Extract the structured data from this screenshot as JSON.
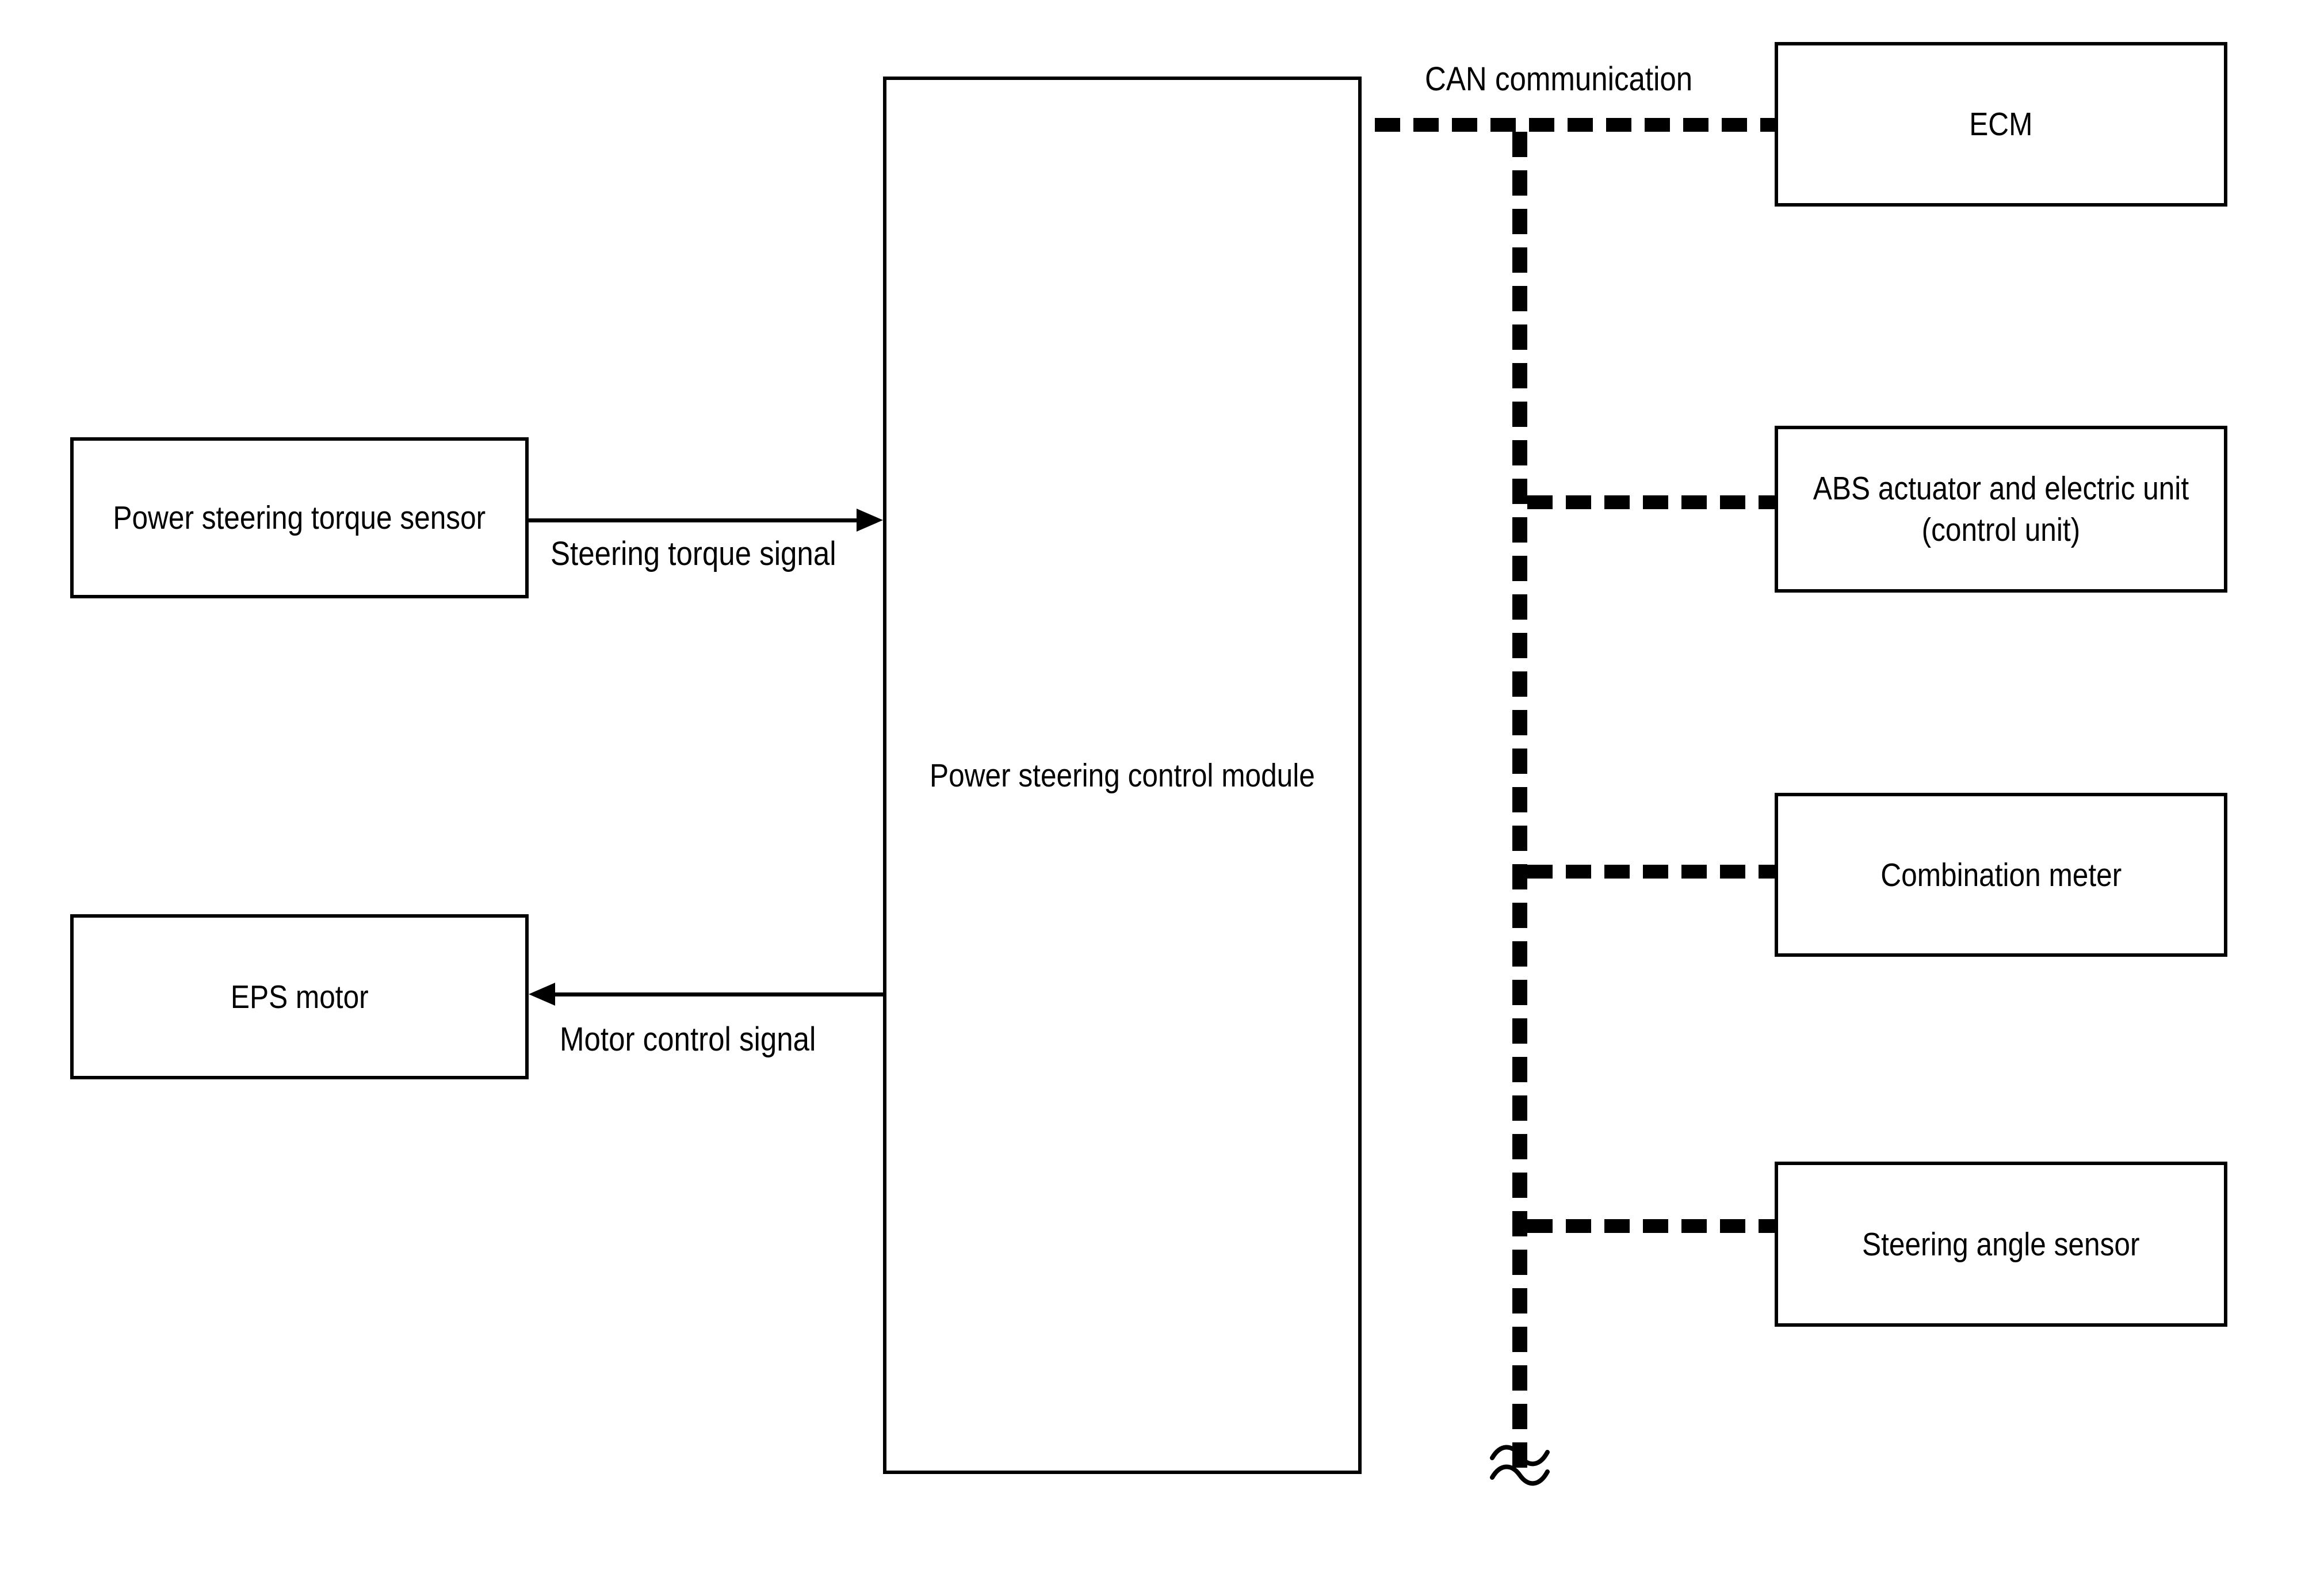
{
  "diagram": {
    "background_color": "#ffffff",
    "line_color": "#000000",
    "boxes": {
      "torque_sensor": {
        "label": "Power steering torque sensor"
      },
      "eps_motor": {
        "label": "EPS motor"
      },
      "control_module": {
        "label": "Power steering control module"
      },
      "ecm": {
        "label": "ECM"
      },
      "abs_unit": {
        "label_line1": "ABS actuator and electric unit",
        "label_line2": "(control unit)"
      },
      "combination_meter": {
        "label": "Combination meter"
      },
      "steering_angle_sensor": {
        "label": "Steering angle sensor"
      }
    },
    "signals": {
      "steering_torque": "Steering torque signal",
      "motor_control": "Motor control signal",
      "can": "CAN communication"
    }
  }
}
